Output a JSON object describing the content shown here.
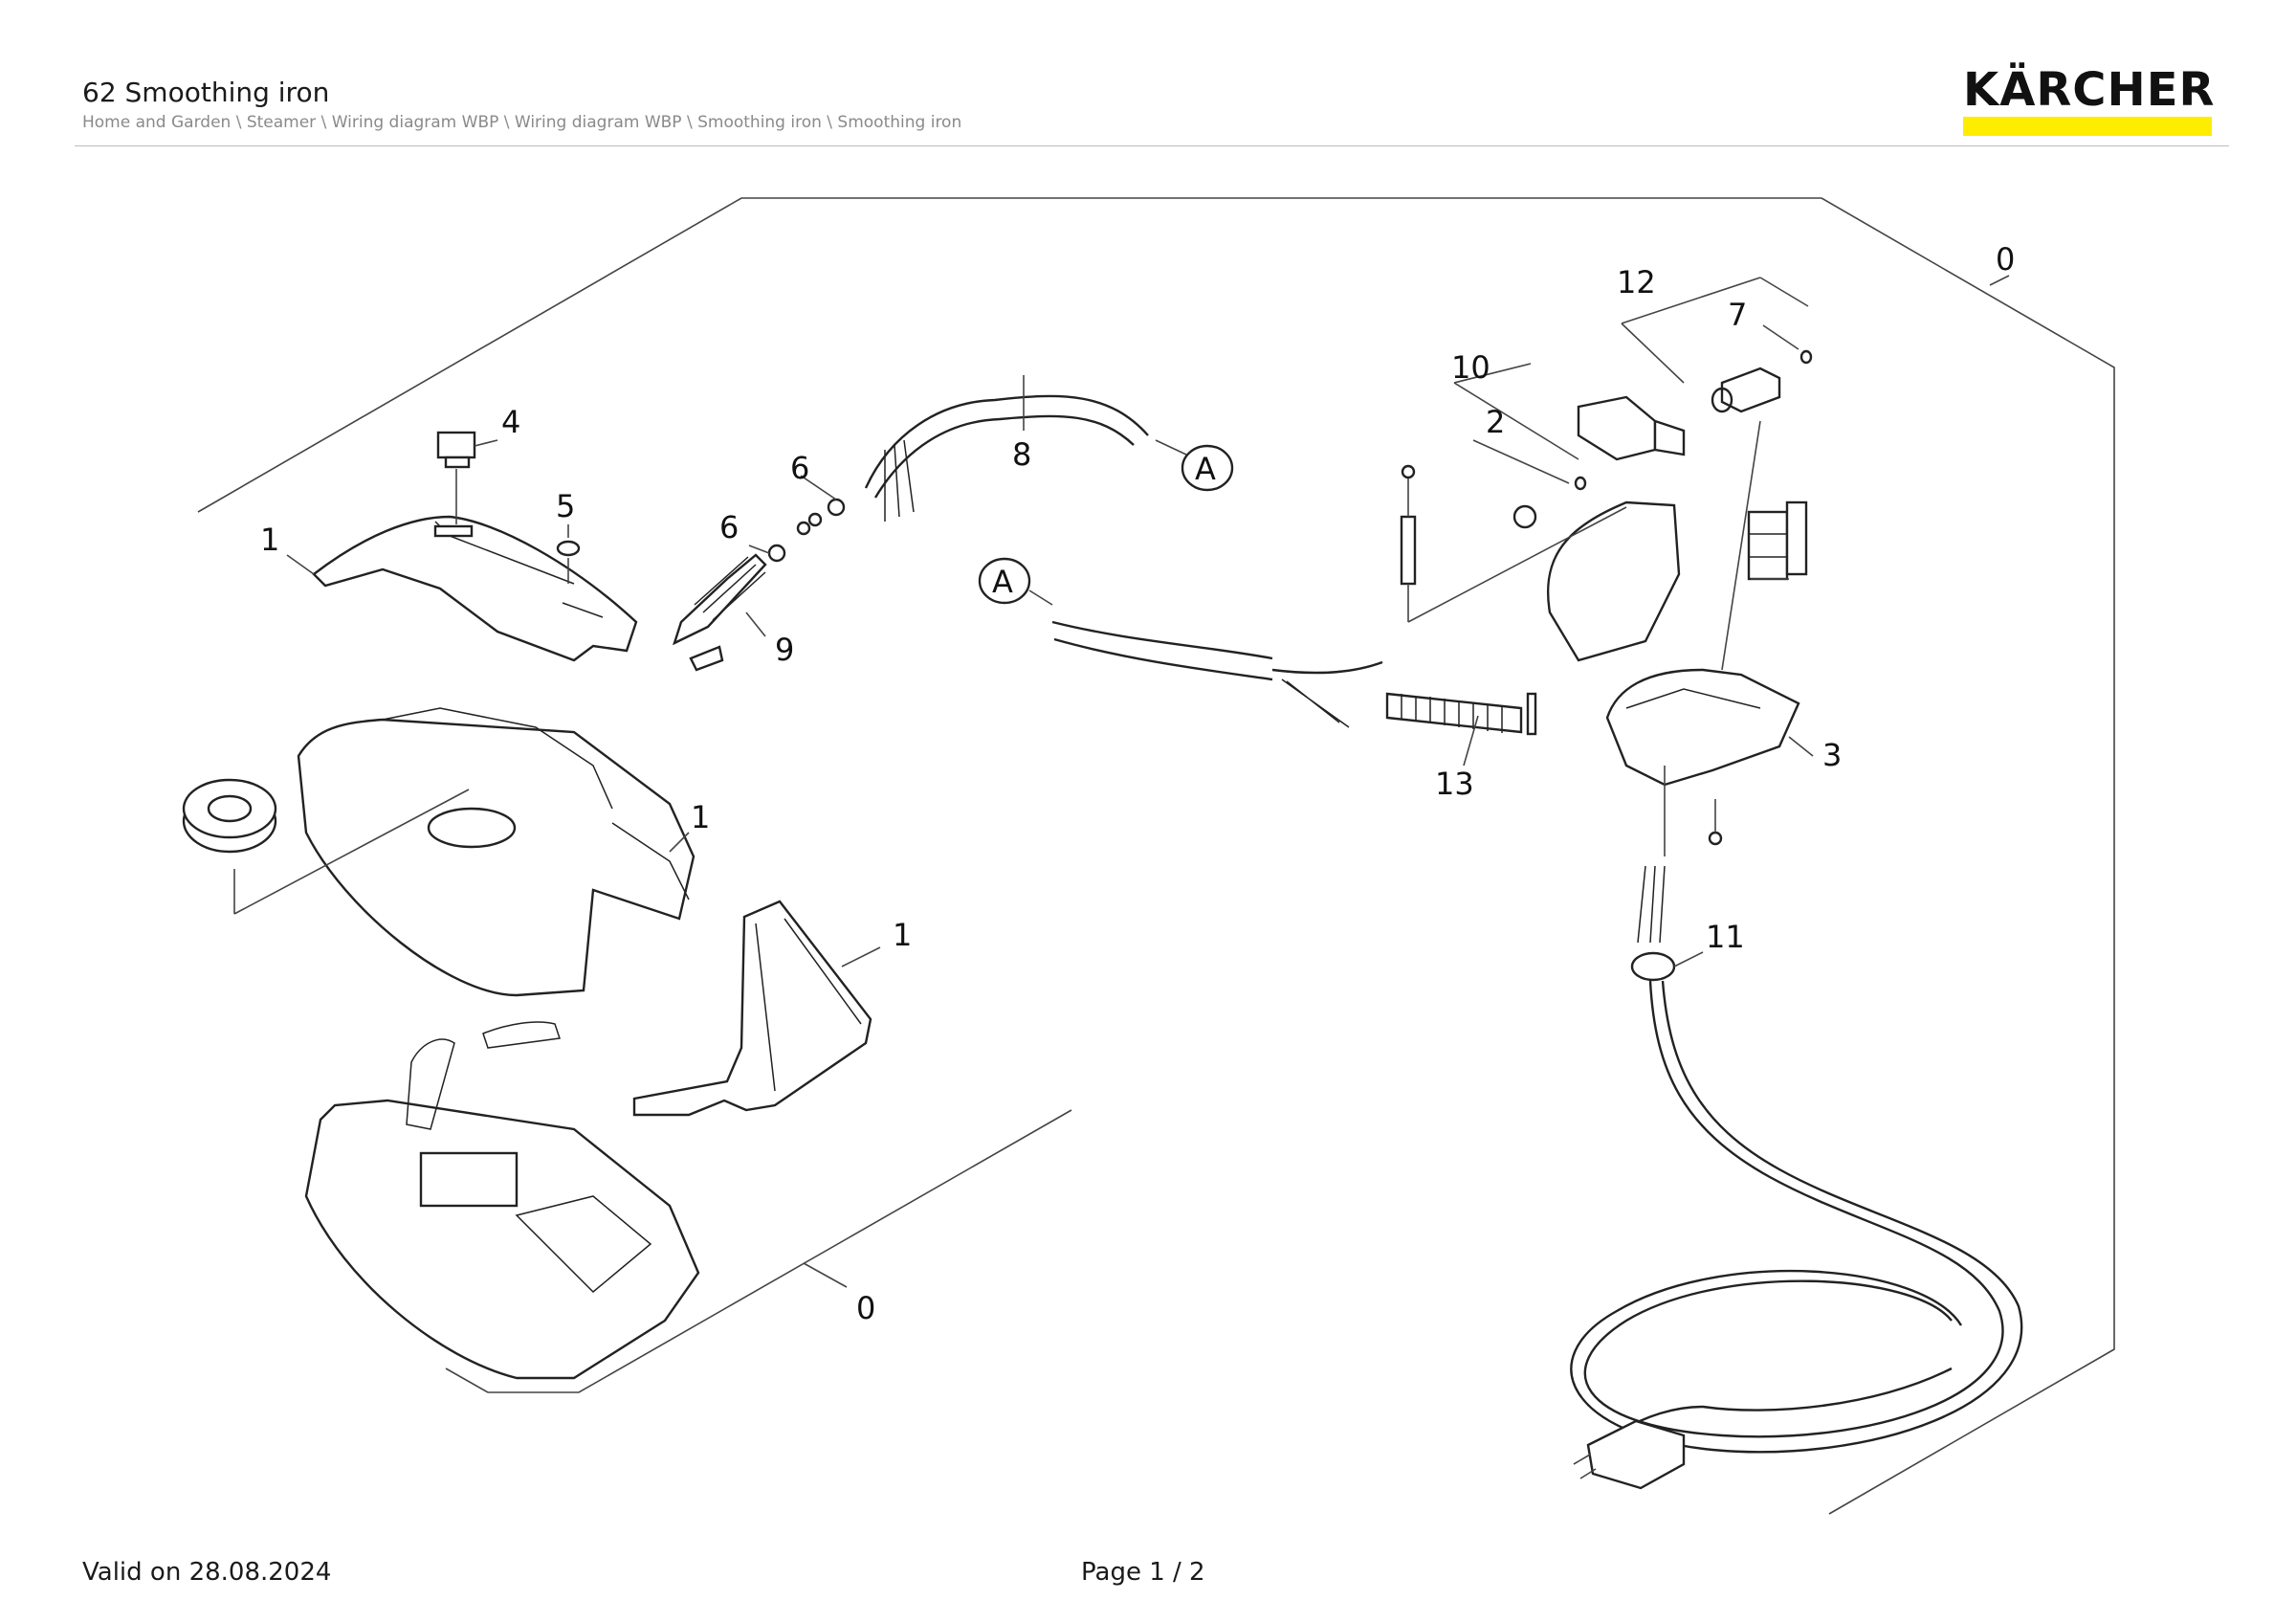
{
  "header": {
    "title": "62 Smoothing iron",
    "breadcrumb": "Home and Garden \\ Steamer \\ Wiring diagram WBP \\ Wiring diagram WBP \\ Smoothing iron \\ Smoothing iron"
  },
  "brand": {
    "name": "KÄRCHER",
    "accent_color": "#FFED00"
  },
  "footer": {
    "valid": "Valid on 28.08.2024",
    "page": "Page 1 / 2"
  },
  "diagram": {
    "labels": [
      "0",
      "0",
      "1",
      "1",
      "1",
      "2",
      "3",
      "4",
      "5",
      "6",
      "6",
      "7",
      "8",
      "9",
      "10",
      "11",
      "12",
      "13"
    ],
    "connector_marks": [
      "A",
      "A"
    ]
  }
}
